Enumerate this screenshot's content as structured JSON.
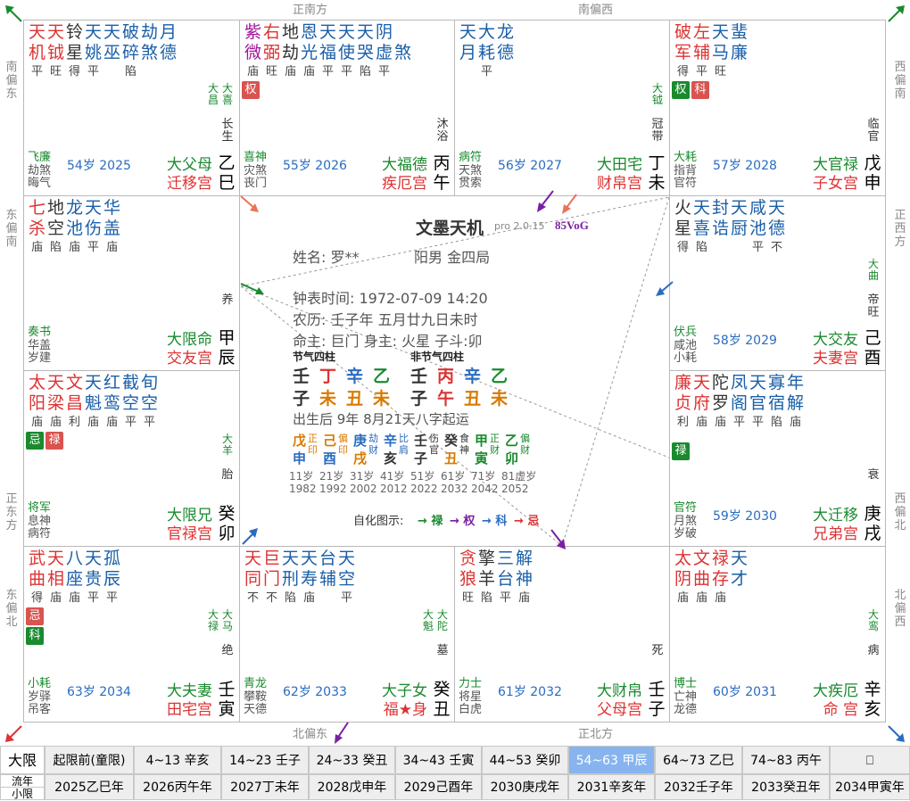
{
  "directions": {
    "top_left": "正南方",
    "top_right": "南偏西",
    "left_1": "南偏东",
    "left_2": "东偏南",
    "left_3": "正东方",
    "left_4": "东偏北",
    "right_1": "西偏南",
    "right_2": "正西方",
    "right_3": "西偏北",
    "right_4": "北偏西",
    "bottom_left": "北偏东",
    "bottom_right": "正北方"
  },
  "palaces": [
    {
      "id": "si",
      "stars": [
        {
          "t": "天",
          "c": "#d33"
        },
        {
          "t": "天",
          "c": "#d33"
        },
        {
          "t": "铃",
          "c": "#333"
        },
        {
          "t": "天",
          "c": "#1a5fa8"
        },
        {
          "t": "天",
          "c": "#1a5fa8"
        },
        {
          "t": "破",
          "c": "#1a5fa8"
        },
        {
          "t": "劫",
          "c": "#1a5fa8"
        },
        {
          "t": "月",
          "c": "#1a5fa8"
        }
      ],
      "stars2": [
        {
          "t": "机",
          "c": "#d33"
        },
        {
          "t": "钺",
          "c": "#d33"
        },
        {
          "t": "星",
          "c": "#333"
        },
        {
          "t": "姚",
          "c": "#1a5fa8"
        },
        {
          "t": "巫",
          "c": "#1a5fa8"
        },
        {
          "t": "碎",
          "c": "#1a5fa8"
        },
        {
          "t": "煞",
          "c": "#1a5fa8"
        },
        {
          "t": "德",
          "c": "#1a5fa8"
        }
      ],
      "bright": [
        "平",
        "旺",
        "得",
        "平",
        "",
        "陷",
        "",
        ""
      ],
      "tags": [],
      "vstars": [
        {
          "t": "大喜",
          "c": "#1a8a2e"
        },
        {
          "t": "大昌",
          "c": "#1a8a2e"
        }
      ],
      "changsheng": "长生",
      "gz": "乙巳",
      "l1a": "飞廉",
      "l1b": "劫煞",
      "l2": "晦气",
      "age": "54岁 2025",
      "dx": "大父母",
      "gong": "迁移宫"
    },
    {
      "id": "wu",
      "stars": [
        {
          "t": "紫",
          "c": "#a0139a"
        },
        {
          "t": "右",
          "c": "#d33"
        },
        {
          "t": "地",
          "c": "#333"
        },
        {
          "t": "恩",
          "c": "#1a5fa8"
        },
        {
          "t": "天",
          "c": "#1a5fa8"
        },
        {
          "t": "天",
          "c": "#1a5fa8"
        },
        {
          "t": "天",
          "c": "#1a5fa8"
        },
        {
          "t": "阴",
          "c": "#1a5fa8"
        }
      ],
      "stars2": [
        {
          "t": "微",
          "c": "#a0139a"
        },
        {
          "t": "弼",
          "c": "#d33"
        },
        {
          "t": "劫",
          "c": "#333"
        },
        {
          "t": "光",
          "c": "#1a5fa8"
        },
        {
          "t": "福",
          "c": "#1a5fa8"
        },
        {
          "t": "使",
          "c": "#1a5fa8"
        },
        {
          "t": "哭",
          "c": "#1a5fa8"
        },
        {
          "t": "虚",
          "c": "#1a5fa8"
        },
        {
          "t": "煞",
          "c": "#1a5fa8"
        }
      ],
      "bright": [
        "庙",
        "旺",
        "庙",
        "庙",
        "平",
        "平",
        "陷",
        "平"
      ],
      "tags": [
        {
          "t": "权",
          "c": "#d9534f"
        }
      ],
      "vstars": [],
      "changsheng": "沐浴",
      "gz": "丙午",
      "l1a": "喜神",
      "l1b": "灾煞",
      "l2": "丧门",
      "age": "55岁 2026",
      "dx": "大福德",
      "gong": "疾厄宫"
    },
    {
      "id": "wei",
      "stars": [
        {
          "t": "天",
          "c": "#1a5fa8"
        },
        {
          "t": "大",
          "c": "#1a5fa8"
        },
        {
          "t": "龙",
          "c": "#1a5fa8"
        }
      ],
      "stars2": [
        {
          "t": "月",
          "c": "#1a5fa8"
        },
        {
          "t": "耗",
          "c": "#1a5fa8"
        },
        {
          "t": "德",
          "c": "#1a5fa8"
        }
      ],
      "bright": [
        "",
        "平",
        ""
      ],
      "tags": [],
      "vstars": [
        {
          "t": "大钺",
          "c": "#1a8a2e"
        }
      ],
      "changsheng": "冠带",
      "gz": "丁未",
      "l1a": "病符",
      "l1b": "天煞",
      "l2": "贯索",
      "age": "56岁 2027",
      "dx": "大田宅",
      "gong": "财帛宫"
    },
    {
      "id": "shen",
      "stars": [
        {
          "t": "破",
          "c": "#d33"
        },
        {
          "t": "左",
          "c": "#d33"
        },
        {
          "t": "天",
          "c": "#1a5fa8"
        },
        {
          "t": "蜚",
          "c": "#1a5fa8"
        }
      ],
      "stars2": [
        {
          "t": "军",
          "c": "#d33"
        },
        {
          "t": "辅",
          "c": "#d33"
        },
        {
          "t": "马",
          "c": "#1a5fa8"
        },
        {
          "t": "廉",
          "c": "#1a5fa8"
        }
      ],
      "bright": [
        "得",
        "平",
        "旺",
        ""
      ],
      "tags": [
        {
          "t": "权",
          "c": "#1a8a2e"
        }
      ],
      "subtag": {
        "t": "科",
        "c": "#d9534f"
      },
      "vstars": [],
      "changsheng": "临官",
      "gz": "戊申",
      "l1a": "大耗",
      "l1b": "指背",
      "l2": "官符",
      "age": "57岁 2028",
      "dx": "大官禄",
      "gong": "子女宫"
    },
    {
      "id": "you",
      "stars": [
        {
          "t": "火",
          "c": "#333"
        },
        {
          "t": "天",
          "c": "#1a5fa8"
        },
        {
          "t": "封",
          "c": "#1a5fa8"
        },
        {
          "t": "天",
          "c": "#1a5fa8"
        },
        {
          "t": "咸",
          "c": "#1a5fa8"
        },
        {
          "t": "天",
          "c": "#1a5fa8"
        }
      ],
      "stars2": [
        {
          "t": "星",
          "c": "#333"
        },
        {
          "t": "喜",
          "c": "#1a5fa8"
        },
        {
          "t": "诰",
          "c": "#1a5fa8"
        },
        {
          "t": "厨",
          "c": "#1a5fa8"
        },
        {
          "t": "池",
          "c": "#1a5fa8"
        },
        {
          "t": "德",
          "c": "#1a5fa8"
        }
      ],
      "bright": [
        "得",
        "陷",
        "",
        "",
        "平",
        "不"
      ],
      "tags": [],
      "vstars": [
        {
          "t": "大曲",
          "c": "#1a8a2e"
        }
      ],
      "changsheng": "帝旺",
      "gz": "己酉",
      "l1a": "伏兵",
      "l1b": "咸池",
      "l2": "小耗",
      "age": "58岁 2029",
      "dx": "大交友",
      "gong": "夫妻宫"
    },
    {
      "id": "xu",
      "stars": [
        {
          "t": "廉",
          "c": "#d33"
        },
        {
          "t": "天",
          "c": "#d33"
        },
        {
          "t": "陀",
          "c": "#333"
        },
        {
          "t": "凤",
          "c": "#1a5fa8"
        },
        {
          "t": "天",
          "c": "#1a5fa8"
        },
        {
          "t": "寡",
          "c": "#1a5fa8"
        },
        {
          "t": "年",
          "c": "#1a5fa8"
        }
      ],
      "stars2": [
        {
          "t": "贞",
          "c": "#d33"
        },
        {
          "t": "府",
          "c": "#d33"
        },
        {
          "t": "罗",
          "c": "#333"
        },
        {
          "t": "阁",
          "c": "#1a5fa8"
        },
        {
          "t": "官",
          "c": "#1a5fa8"
        },
        {
          "t": "宿",
          "c": "#1a5fa8"
        },
        {
          "t": "解",
          "c": "#1a5fa8"
        }
      ],
      "bright": [
        "利",
        "庙",
        "庙",
        "平",
        "平",
        "陷",
        "庙"
      ],
      "tags": [
        {
          "t": "禄",
          "c": "#1a8a2e"
        }
      ],
      "tagTop": 80,
      "vstars": [],
      "changsheng": "衰",
      "gz": "庚戌",
      "l1a": "官符",
      "l1b": "月煞",
      "l2": "岁破",
      "age": "59岁 2030",
      "dx": "大迁移",
      "gong": "兄弟宫"
    },
    {
      "id": "hai",
      "stars": [
        {
          "t": "太",
          "c": "#d33"
        },
        {
          "t": "文",
          "c": "#d33"
        },
        {
          "t": "禄",
          "c": "#d33"
        },
        {
          "t": "天",
          "c": "#1a5fa8"
        }
      ],
      "stars2": [
        {
          "t": "阴",
          "c": "#d33"
        },
        {
          "t": "曲",
          "c": "#d33"
        },
        {
          "t": "存",
          "c": "#d33"
        },
        {
          "t": "才",
          "c": "#1a5fa8"
        }
      ],
      "bright": [
        "庙",
        "庙",
        "庙",
        ""
      ],
      "tags": [],
      "vstars": [
        {
          "t": "大鸾",
          "c": "#1a8a2e"
        }
      ],
      "changsheng": "病",
      "gz": "辛亥",
      "l1a": "博士",
      "l1b": "亡神",
      "l2": "龙德",
      "age": "60岁 2031",
      "dx": "大疾厄",
      "gong": "命 宫"
    },
    {
      "id": "zi",
      "stars": [
        {
          "t": "贪",
          "c": "#d33"
        },
        {
          "t": "擎",
          "c": "#333"
        },
        {
          "t": "三",
          "c": "#1a5fa8"
        },
        {
          "t": "解",
          "c": "#1a5fa8"
        }
      ],
      "stars2": [
        {
          "t": "狼",
          "c": "#d33"
        },
        {
          "t": "羊",
          "c": "#333"
        },
        {
          "t": "台",
          "c": "#1a5fa8"
        },
        {
          "t": "神",
          "c": "#1a5fa8"
        }
      ],
      "bright": [
        "旺",
        "陷",
        "平",
        "庙"
      ],
      "tags": [],
      "vstars": [],
      "changsheng": "死",
      "gz": "壬子",
      "l1a": "力士",
      "l1b": "将星",
      "l2": "白虎",
      "age": "61岁 2032",
      "dx": "大财帛",
      "gong": "父母宫"
    },
    {
      "id": "chou",
      "stars": [
        {
          "t": "天",
          "c": "#d33"
        },
        {
          "t": "巨",
          "c": "#d33"
        },
        {
          "t": "天",
          "c": "#1a5fa8"
        },
        {
          "t": "天",
          "c": "#1a5fa8"
        },
        {
          "t": "台",
          "c": "#1a5fa8"
        },
        {
          "t": "天",
          "c": "#1a5fa8"
        }
      ],
      "stars2": [
        {
          "t": "同",
          "c": "#d33"
        },
        {
          "t": "门",
          "c": "#d33"
        },
        {
          "t": "刑",
          "c": "#1a5fa8"
        },
        {
          "t": "寿",
          "c": "#1a5fa8"
        },
        {
          "t": "辅",
          "c": "#1a5fa8"
        },
        {
          "t": "空",
          "c": "#1a5fa8"
        }
      ],
      "bright": [
        "不",
        "不",
        "陷",
        "庙",
        "",
        "平"
      ],
      "tags": [],
      "vstars": [
        {
          "t": "大陀",
          "c": "#1a8a2e"
        },
        {
          "t": "大魁",
          "c": "#1a8a2e"
        }
      ],
      "changsheng": "墓",
      "gz": "癸丑",
      "l1a": "青龙",
      "l1b": "攀鞍",
      "l2": "天德",
      "age": "62岁 2033",
      "dx": "大子女",
      "gong": "福★身"
    },
    {
      "id": "yin",
      "stars": [
        {
          "t": "武",
          "c": "#d33"
        },
        {
          "t": "天",
          "c": "#d33"
        },
        {
          "t": "八",
          "c": "#1a5fa8"
        },
        {
          "t": "天",
          "c": "#1a5fa8"
        },
        {
          "t": "孤",
          "c": "#1a5fa8"
        }
      ],
      "stars2": [
        {
          "t": "曲",
          "c": "#d33"
        },
        {
          "t": "相",
          "c": "#d33"
        },
        {
          "t": "座",
          "c": "#1a5fa8"
        },
        {
          "t": "贵",
          "c": "#1a5fa8"
        },
        {
          "t": "辰",
          "c": "#1a5fa8"
        }
      ],
      "bright": [
        "得",
        "庙",
        "庙",
        "平",
        "平"
      ],
      "tags": [
        {
          "t": "忌",
          "c": "#d9534f"
        },
        {
          "t": "科",
          "c": "#1a8a2e"
        }
      ],
      "vstars": [
        {
          "t": "大马",
          "c": "#1a8a2e"
        },
        {
          "t": "大禄",
          "c": "#1a8a2e"
        }
      ],
      "changsheng": "绝",
      "gz": "壬寅",
      "l1a": "小耗",
      "l1b": "岁驿",
      "l2": "吊客",
      "age": "63岁 2034",
      "dx": "大夫妻",
      "gong": "田宅宫"
    },
    {
      "id": "mao",
      "stars": [
        {
          "t": "太",
          "c": "#d33"
        },
        {
          "t": "天",
          "c": "#d33"
        },
        {
          "t": "文",
          "c": "#d33"
        },
        {
          "t": "天",
          "c": "#1a5fa8"
        },
        {
          "t": "红",
          "c": "#1a5fa8"
        },
        {
          "t": "截",
          "c": "#1a5fa8"
        },
        {
          "t": "旬",
          "c": "#1a5fa8"
        }
      ],
      "stars2": [
        {
          "t": "阳",
          "c": "#d33"
        },
        {
          "t": "梁",
          "c": "#d33"
        },
        {
          "t": "昌",
          "c": "#d33"
        },
        {
          "t": "魁",
          "c": "#1a5fa8"
        },
        {
          "t": "鸾",
          "c": "#1a5fa8"
        },
        {
          "t": "空",
          "c": "#1a5fa8"
        },
        {
          "t": "空",
          "c": "#1a5fa8"
        }
      ],
      "bright": [
        "庙",
        "庙",
        "利",
        "庙",
        "庙",
        "平",
        "平"
      ],
      "tags": [
        {
          "t": "忌",
          "c": "#1a8a2e"
        }
      ],
      "subtag": {
        "t": "禄",
        "c": "#d9534f"
      },
      "vstars": [
        {
          "t": "大羊",
          "c": "#1a8a2e"
        }
      ],
      "changsheng": "胎",
      "gz": "癸卯",
      "l1a": "将军",
      "l1b": "息神",
      "l2": "病符",
      "age": "",
      "dx": "大限兄",
      "gong": "官禄宫"
    },
    {
      "id": "chen",
      "stars": [
        {
          "t": "七",
          "c": "#d33"
        },
        {
          "t": "地",
          "c": "#333"
        },
        {
          "t": "龙",
          "c": "#1a5fa8"
        },
        {
          "t": "天",
          "c": "#1a5fa8"
        },
        {
          "t": "华",
          "c": "#1a5fa8"
        }
      ],
      "stars2": [
        {
          "t": "杀",
          "c": "#d33"
        },
        {
          "t": "空",
          "c": "#333"
        },
        {
          "t": "池",
          "c": "#1a5fa8"
        },
        {
          "t": "伤",
          "c": "#1a5fa8"
        },
        {
          "t": "盖",
          "c": "#1a5fa8"
        }
      ],
      "bright": [
        "庙",
        "陷",
        "庙",
        "平",
        "庙"
      ],
      "tags": [],
      "vstars": [],
      "changsheng": "养",
      "gz": "甲辰",
      "l1a": "奏书",
      "l1b": "华盖",
      "l2": "岁建",
      "age": "",
      "dx": "大限命",
      "gong": "交友宫"
    }
  ],
  "center": {
    "app_title": "文墨天机",
    "version": "pro 2.0.15",
    "code": "85VoG",
    "name_label": "姓名: 罗**",
    "gender_ju": "阳男 金四局",
    "clock_time": "钟表时间: 1972-07-09 14:20",
    "lunar": "农历: 壬子年 五月廿九日未时",
    "mingzhu": "命主: 巨门 身主: 火星 子斗:卯",
    "jieqi_label": "节气四柱",
    "feijieqi_label": "非节气四柱",
    "pillars1_top": [
      {
        "t": "壬",
        "c": "#333"
      },
      {
        "t": "丁",
        "c": "#d33"
      },
      {
        "t": "辛",
        "c": "#2a6cc0"
      },
      {
        "t": "乙",
        "c": "#1a8a2e"
      }
    ],
    "pillars1_bot": [
      {
        "t": "子",
        "c": "#333"
      },
      {
        "t": "未",
        "c": "#d97a00"
      },
      {
        "t": "丑",
        "c": "#d97a00"
      },
      {
        "t": "未",
        "c": "#d97a00"
      }
    ],
    "pillars2_top": [
      {
        "t": "壬",
        "c": "#333"
      },
      {
        "t": "丙",
        "c": "#d33"
      },
      {
        "t": "辛",
        "c": "#2a6cc0"
      },
      {
        "t": "乙",
        "c": "#1a8a2e"
      }
    ],
    "pillars2_bot": [
      {
        "t": "子",
        "c": "#333"
      },
      {
        "t": "午",
        "c": "#d33"
      },
      {
        "t": "丑",
        "c": "#d97a00"
      },
      {
        "t": "未",
        "c": "#d97a00"
      }
    ],
    "qiyun": "出生后 9年  8月21天八字起运",
    "dayun": [
      {
        "g1": "戊",
        "c1": "#d97a00",
        "g2": "申",
        "c2": "#2a6cc0",
        "s1": "正",
        "s2": "印",
        "age": "11岁",
        "year": "1982"
      },
      {
        "g1": "己",
        "c1": "#d97a00",
        "g2": "酉",
        "c2": "#2a6cc0",
        "s1": "偏",
        "s2": "印",
        "age": "21岁",
        "year": "1992"
      },
      {
        "g1": "庚",
        "c1": "#2a6cc0",
        "g2": "戌",
        "c2": "#d97a00",
        "s1": "劫",
        "s2": "财",
        "age": "31岁",
        "year": "2002"
      },
      {
        "g1": "辛",
        "c1": "#2a6cc0",
        "g2": "亥",
        "c2": "#333",
        "s1": "比",
        "s2": "肩",
        "age": "41岁",
        "year": "2012"
      },
      {
        "g1": "壬",
        "c1": "#333",
        "g2": "子",
        "c2": "#333",
        "s1": "伤",
        "s2": "官",
        "age": "51岁",
        "year": "2022"
      },
      {
        "g1": "癸",
        "c1": "#333",
        "g2": "丑",
        "c2": "#d97a00",
        "s1": "食",
        "s2": "神",
        "age": "61岁",
        "year": "2032"
      },
      {
        "g1": "甲",
        "c1": "#1a8a2e",
        "g2": "寅",
        "c2": "#1a8a2e",
        "s1": "正",
        "s2": "财",
        "age": "71岁",
        "year": "2042"
      },
      {
        "g1": "乙",
        "c1": "#1a8a2e",
        "g2": "卯",
        "c2": "#1a8a2e",
        "s1": "偏",
        "s2": "财",
        "age": "81虚岁",
        "year": "2052"
      }
    ],
    "legend_label": "自化图示:",
    "legend": [
      {
        "t": "→ 禄",
        "c": "#1a8a2e"
      },
      {
        "t": "→ 权",
        "c": "#7a1fa2"
      },
      {
        "t": "→ 科",
        "c": "#2a6cc0"
      },
      {
        "t": "→ 忌",
        "c": "#d33"
      }
    ]
  },
  "tabbar": {
    "row_labels": [
      "大限",
      "流年",
      "小限"
    ],
    "daxian": [
      "起限前(童限)",
      "4~13 辛亥",
      "14~23 壬子",
      "24~33 癸丑",
      "34~43 壬寅",
      "44~53 癸卯",
      "54~63 甲辰",
      "64~73 乙巳",
      "74~83 丙午",
      ""
    ],
    "liunian": [
      "2025乙巳年",
      "2026丙午年",
      "2027丁未年",
      "2028戊申年",
      "2029己酉年",
      "2030庚戌年",
      "2031辛亥年",
      "2032壬子年",
      "2033癸丑年",
      "2034甲寅年"
    ],
    "selected_index": 6
  },
  "colors": {
    "green": "#1a8a2e",
    "red": "#d33",
    "blue": "#2a6cc0",
    "purple": "#7a1fa2",
    "selected_tab": "#87b4ef"
  }
}
